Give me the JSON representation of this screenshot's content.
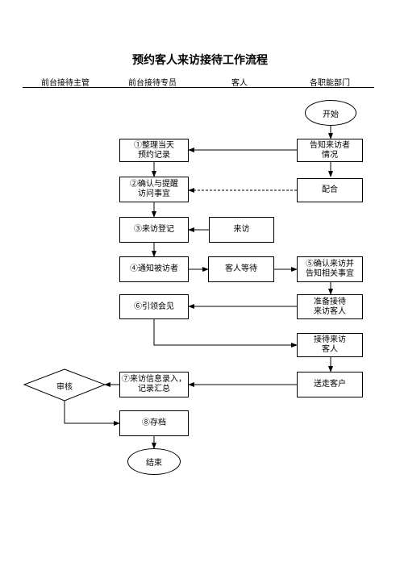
{
  "title": "预约客人来访接待工作流程",
  "lanes": [
    "前台接待主管",
    "前台接待专员",
    "客人",
    "各职能部门"
  ],
  "nodes": {
    "start": "开始",
    "notify": "告知来访者\n情况",
    "record": "①整理当天\n预约记录",
    "confirm": "②确认与提醒\n访问事宜",
    "cooperate": "配合",
    "register": "③来访登记",
    "visit": "来访",
    "inform": "④通知被访者",
    "wait": "客人等待",
    "confirm_dept": "⑤确认来访并\n告知相关事宜",
    "guide": "⑥引领会见",
    "prepare": "准备接待\n来访客人",
    "receive": "接待来访\n客人",
    "entry": "⑦来访信息录入，\n记录汇总",
    "send_off": "送走客户",
    "review": "审核",
    "archive": "⑧存档",
    "end": "结束"
  }
}
